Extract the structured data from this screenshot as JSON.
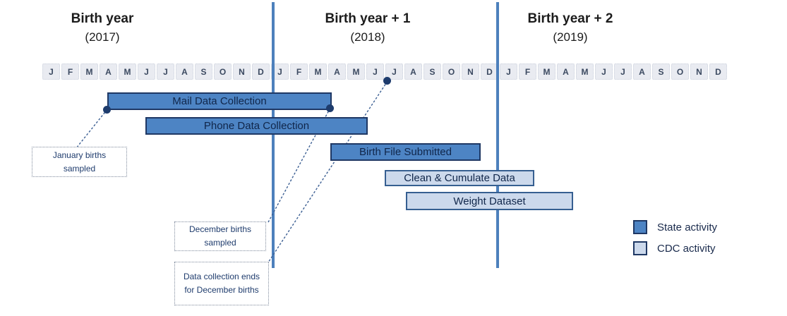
{
  "chart_data": {
    "type": "gantt",
    "time_axis": {
      "years": [
        {
          "label": "Birth year",
          "year": "(2017)"
        },
        {
          "label": "Birth year + 1",
          "year": "(2018)"
        },
        {
          "label": "Birth year + 2",
          "year": "(2019)"
        }
      ],
      "month_letters": [
        "J",
        "F",
        "M",
        "A",
        "M",
        "J",
        "J",
        "A",
        "S",
        "O",
        "N",
        "D"
      ],
      "axis_range": [
        "Jan 2017",
        "Dec 2019"
      ]
    },
    "tasks": [
      {
        "label": "Mail Data Collection",
        "category": "State activity",
        "start": "Apr 2017",
        "end": "Apr 2018"
      },
      {
        "label": "Phone Data Collection",
        "category": "State activity",
        "start": "Jun 2017",
        "end": "Jun 2018"
      },
      {
        "label": "Birth File Submitted",
        "category": "State activity",
        "start": "Apr 2018",
        "end": "Dec 2018"
      },
      {
        "label": "Clean & Cumulate Data",
        "category": "CDC activity",
        "start": "Jul 2018",
        "end": "Feb 2019"
      },
      {
        "label": "Weight Dataset",
        "category": "CDC activity",
        "start": "Aug 2018",
        "end": "Apr 2019"
      }
    ],
    "annotations": [
      {
        "text": "January births sampled",
        "points_to": "start of Mail Data Collection (Apr 2017)"
      },
      {
        "text": "December births sampled",
        "points_to": "end of Mail Data Collection (Apr 2018)"
      },
      {
        "text": "Data collection ends for December births",
        "points_to": "end of June, Birth year + 1 (2018)"
      }
    ],
    "legend": [
      {
        "label": "State activity",
        "color": "#4d84c4"
      },
      {
        "label": "CDC activity",
        "color": "#ccd9ec"
      }
    ],
    "layout_hints": {
      "grid": false,
      "legend_position": "bottom-right"
    }
  },
  "colors": {
    "state_fill": "#4d84c4",
    "state_border": "#1f3864",
    "cdc_fill": "#ccd9ec",
    "cdc_border": "#365f91",
    "year_divider": "#4d80bc",
    "milestone_dot": "#1e3c6d",
    "connector": "#3c5f93",
    "month_cell_bg": "#e9ebf1"
  }
}
